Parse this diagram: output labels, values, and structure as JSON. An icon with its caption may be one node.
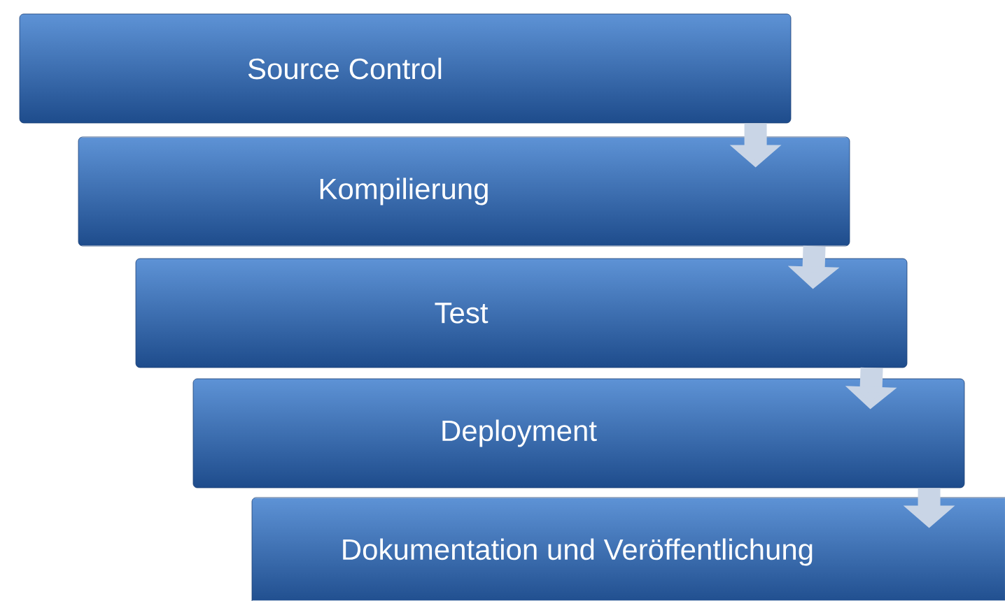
{
  "diagram": {
    "nodes": [
      {
        "text": [
          "Source Control"
        ]
      },
      {
        "text": [
          "Kompilierung"
        ]
      },
      {
        "text": [
          "Test"
        ]
      },
      {
        "text": [
          "Deployment"
        ]
      },
      {
        "text": [
          "Dokumentation und Veröffentlichung"
        ]
      }
    ],
    "edges": [
      {
        "from": 0,
        "to": 1,
        "arrow": "to"
      },
      {
        "from": 1,
        "to": 2,
        "arrow": "to"
      },
      {
        "from": 2,
        "to": 3,
        "arrow": "to"
      },
      {
        "from": 3,
        "to": 4,
        "arrow": "to"
      }
    ]
  }
}
